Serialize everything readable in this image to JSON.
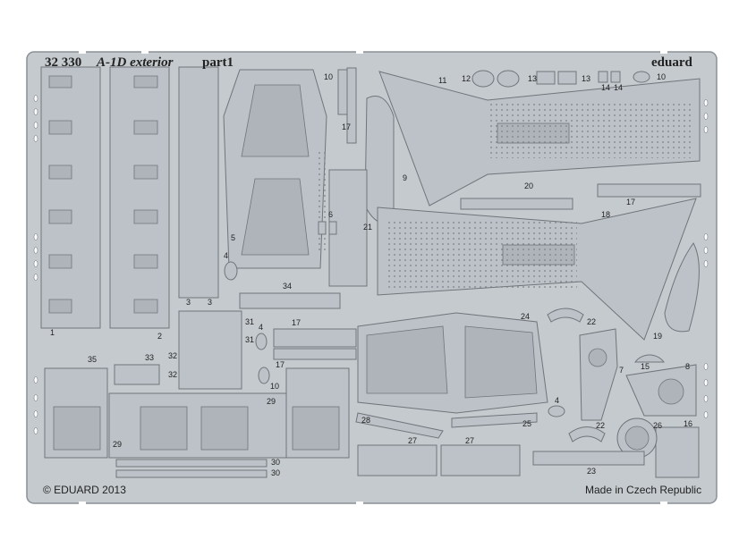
{
  "header": {
    "code": "32 330",
    "title": "A-1D exterior",
    "part": "part1",
    "brand": "eduard"
  },
  "footer": {
    "copyright": "© EDUARD 2013",
    "origin": "Made in Czech Republic"
  },
  "part_numbers": [
    "1",
    "2",
    "3",
    "3",
    "4",
    "4",
    "4",
    "5",
    "6",
    "7",
    "8",
    "9",
    "10",
    "10",
    "10",
    "11",
    "12",
    "13",
    "13",
    "14",
    "14",
    "15",
    "16",
    "17",
    "17",
    "17",
    "17",
    "18",
    "19",
    "20",
    "21",
    "22",
    "22",
    "23",
    "24",
    "25",
    "26",
    "27",
    "27",
    "28",
    "29",
    "29",
    "30",
    "30",
    "31",
    "31",
    "32",
    "32",
    "33",
    "34",
    "35"
  ],
  "colors": {
    "fret": "#c5cace",
    "part": "#bcc2c7",
    "etched": "#aeb4ba",
    "outline": "#6f757b",
    "background": "#ffffff"
  }
}
